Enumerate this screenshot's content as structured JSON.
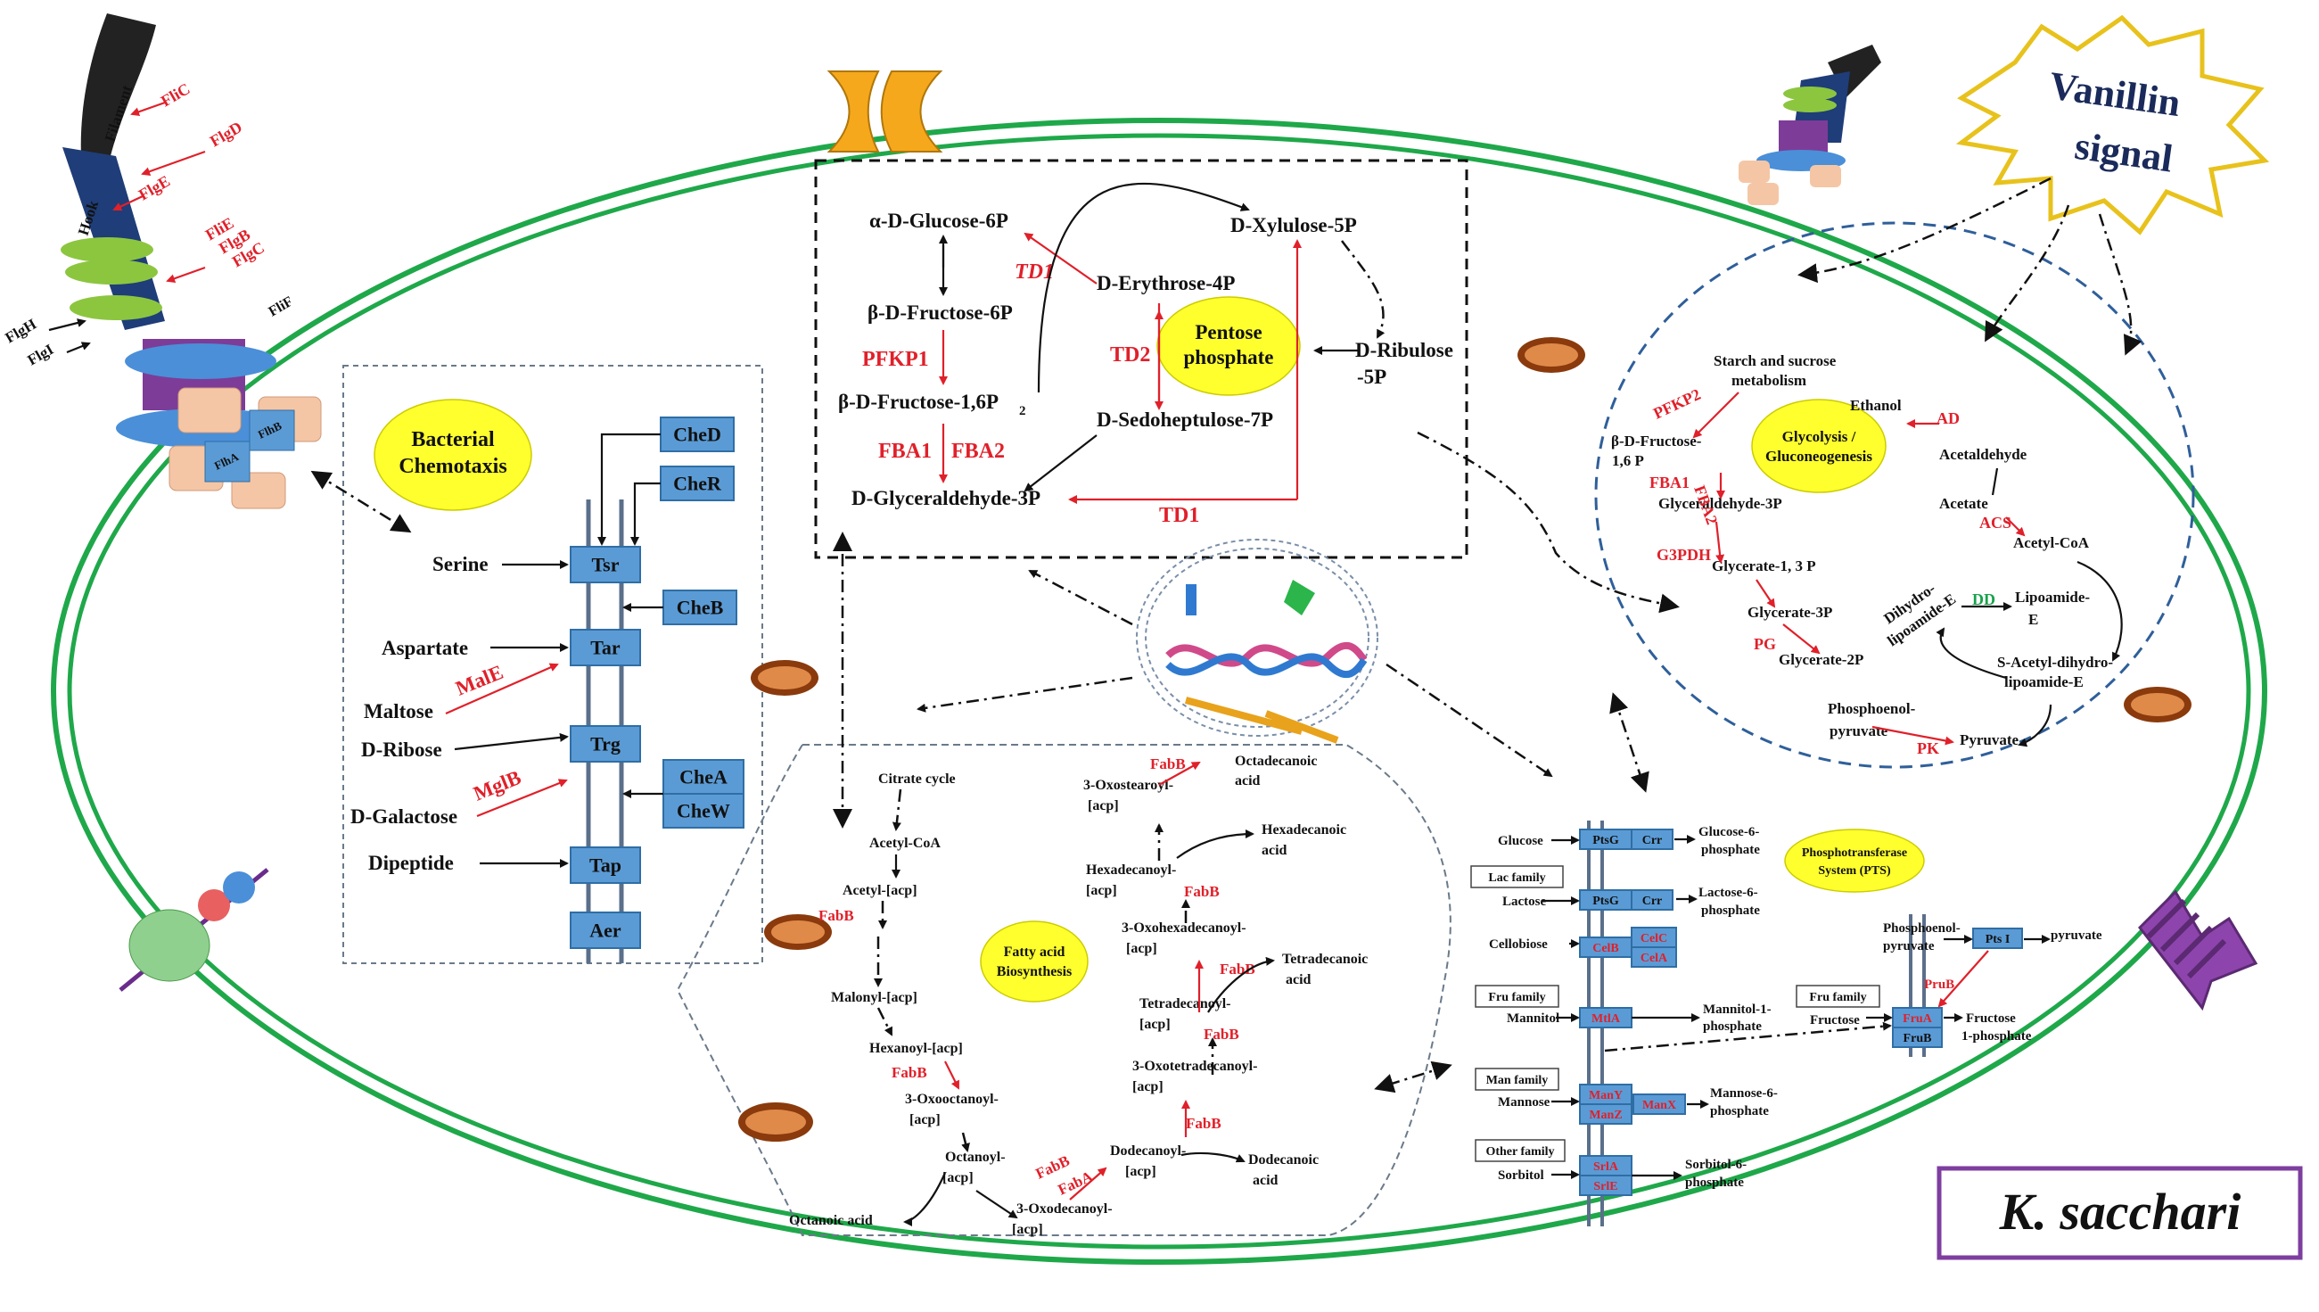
{
  "organism": "K. sacchari",
  "vanillin": {
    "line1": "Vanillin",
    "line2": "signal"
  },
  "flagellum": {
    "filament": "Filament",
    "hook": "Hook",
    "genes": [
      "FliC",
      "FlgD",
      "FlgE",
      "FliE",
      "FlgB",
      "FlgC",
      "FlgH",
      "FlgI",
      "FliF",
      "FlhA",
      "FlhB"
    ]
  },
  "chemotaxis": {
    "title1": "Bacterial",
    "title2": "Chemotaxis",
    "receptors": [
      "Tsr",
      "Tar",
      "Trg",
      "Tap",
      "Aer"
    ],
    "che": [
      "CheD",
      "CheR",
      "CheB",
      "CheA",
      "CheW"
    ],
    "ligands": [
      "Serine",
      "Aspartate",
      "Maltose",
      "D-Ribose",
      "D-Galactose",
      "Dipeptide"
    ],
    "transporters": [
      "MalE",
      "MglB"
    ]
  },
  "pentose": {
    "title1": "Pentose",
    "title2": "phosphate",
    "metabolites": [
      "α-D-Glucose-6P",
      "D-Xylulose-5P",
      "D-Erythrose-4P",
      "β-D-Fructose-6P",
      "D-Ribulose",
      "-5P",
      "β-D-Fructose-1,6P",
      "2",
      "D-Sedoheptulose-7P",
      "D-Glyceraldehyde-3P"
    ],
    "enzymes": [
      "TD1",
      "TD2",
      "PFKP1",
      "FBA1",
      "FBA2",
      "TD1"
    ]
  },
  "glycolysis": {
    "title1": "Glycolysis /",
    "title2": "Gluconeogenesis",
    "metabolites": [
      "Starch and sucrose",
      "metabolism",
      "Ethanol",
      "β-D-Fructose-",
      "1,6 P",
      "Acetaldehyde",
      "Glyceraldehyde-3P",
      "Acetate",
      "Acetyl-CoA",
      "Glycerate-1, 3 P",
      "Dihydro-",
      "lipoamide-E",
      "Lipoamide-",
      "E",
      "Glycerate-3P",
      "Glycerate-2P",
      "S-Acetyl-dihydro-",
      "lipoamide-E",
      "Phosphoenol-",
      "pyruvate",
      "Pyruvate"
    ],
    "enzymes": [
      "PFKP2",
      "AD",
      "FBA1",
      "FBA2",
      "ACS",
      "G3PDH",
      "DD",
      "PG",
      "PK"
    ]
  },
  "fatty_acid": {
    "title1": "Fatty acid",
    "title2": "Biosynthesis",
    "metabolites": [
      "Citrate cycle",
      "Acetyl-CoA",
      "Acetyl-[acp]",
      "Malonyl-[acp]",
      "Hexanoyl-[acp]",
      "3-Oxooctanoyl-",
      "[acp]",
      "Octanoyl-",
      "[acp]",
      "Octanoic acid",
      "3-Oxodecanoyl-",
      "[acp]",
      "Dodecanoyl-",
      "[acp]",
      "Dodecanoic",
      "acid",
      "3-Oxotetradecanoyl-",
      "[acp]",
      "Tetradecanoyl-",
      "[acp]",
      "Tetradecanoic",
      "acid",
      "3-Oxohexadecanoyl-",
      "[acp]",
      "Hexadecanoyl-",
      "[acp]",
      "Hexadecanoic",
      "acid",
      "3-Oxostearoyl-",
      "[acp]",
      "Octadecanoic",
      "acid"
    ],
    "enzymes": [
      "FabB",
      "FabB",
      "FabB",
      "FabA",
      "FabB",
      "FabB",
      "FabB",
      "FabB",
      "FabB"
    ]
  },
  "pts": {
    "title1": "Phosphotransferase",
    "title2": "System (PTS)",
    "substrates": [
      "Glucose",
      "Lactose",
      "Cellobiose",
      "Mannitol",
      "Mannose",
      "Sorbitol",
      "Fructose",
      "Phosphoenol-",
      "pyruvate"
    ],
    "products": [
      "Glucose-6-",
      "phosphate",
      "Lactose-6-",
      "phosphate",
      "Mannitol-1-",
      "phosphate",
      "Mannose-6-",
      "phosphate",
      "Sorbitol-6-",
      "phosphate",
      "Fructose",
      "1-phosphate",
      "pyruvate"
    ],
    "families": [
      "Lac family",
      "Fru family",
      "Man family",
      "Other family",
      "Fru family"
    ],
    "proteins": [
      "PtsG",
      "Crr",
      "PtsG",
      "Crr",
      "CelB",
      "CelC",
      "CelA",
      "MtlA",
      "ManY",
      "ManZ",
      "ManX",
      "SrlA",
      "SrlE",
      "FruA",
      "FruB",
      "Pts I",
      "PruB"
    ]
  }
}
